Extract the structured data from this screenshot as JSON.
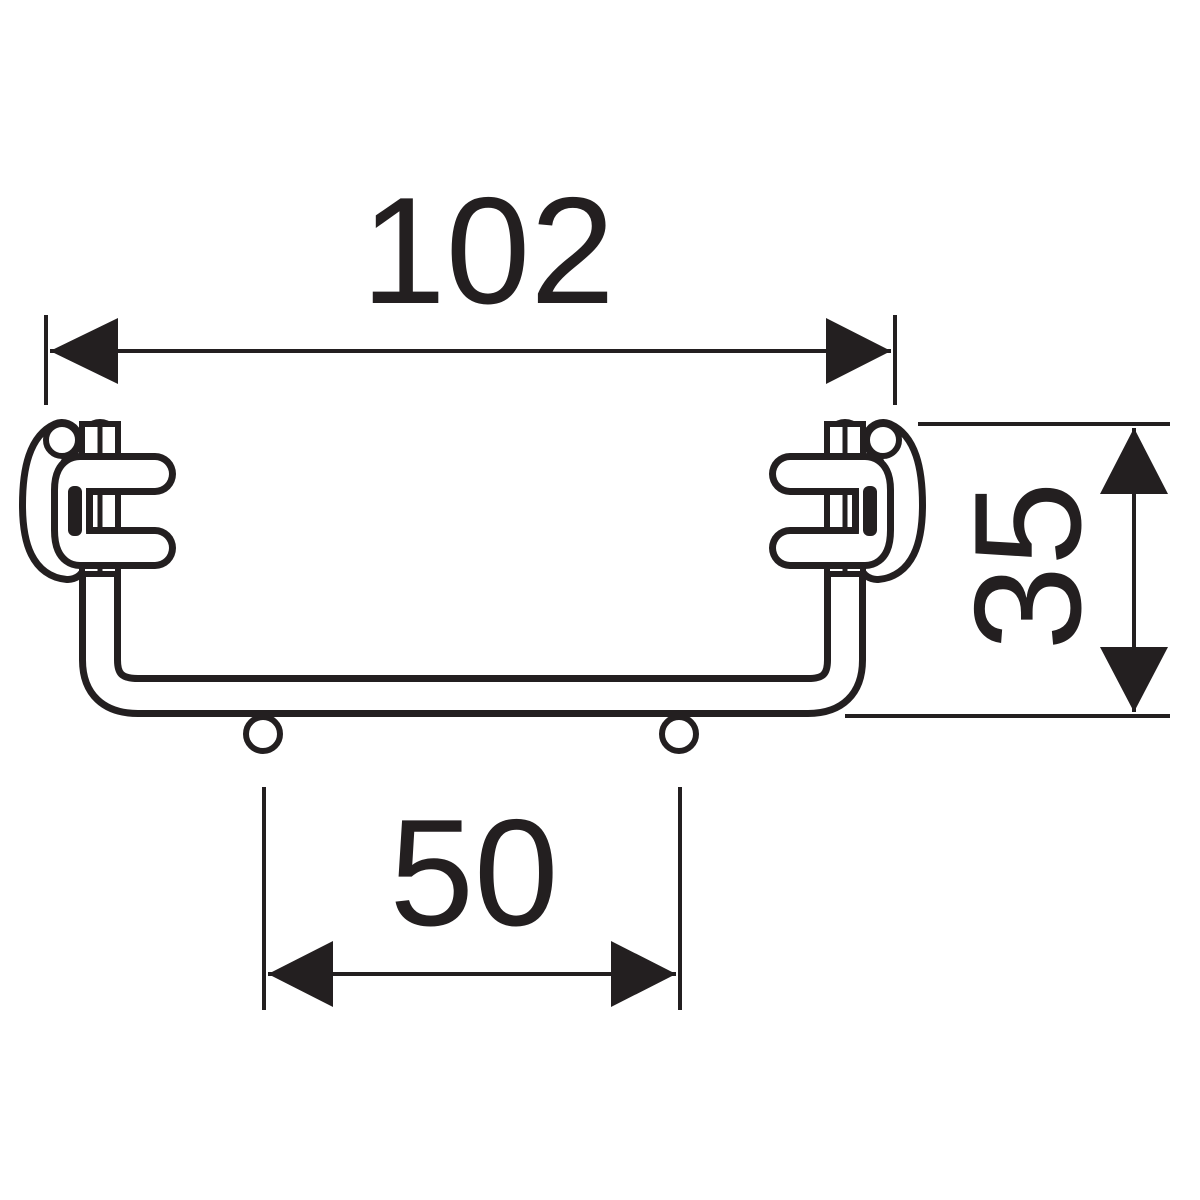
{
  "dimensions": {
    "width": "102",
    "height": "35",
    "pitch": "50"
  },
  "colors": {
    "line": "#231f20",
    "background": "#ffffff"
  }
}
